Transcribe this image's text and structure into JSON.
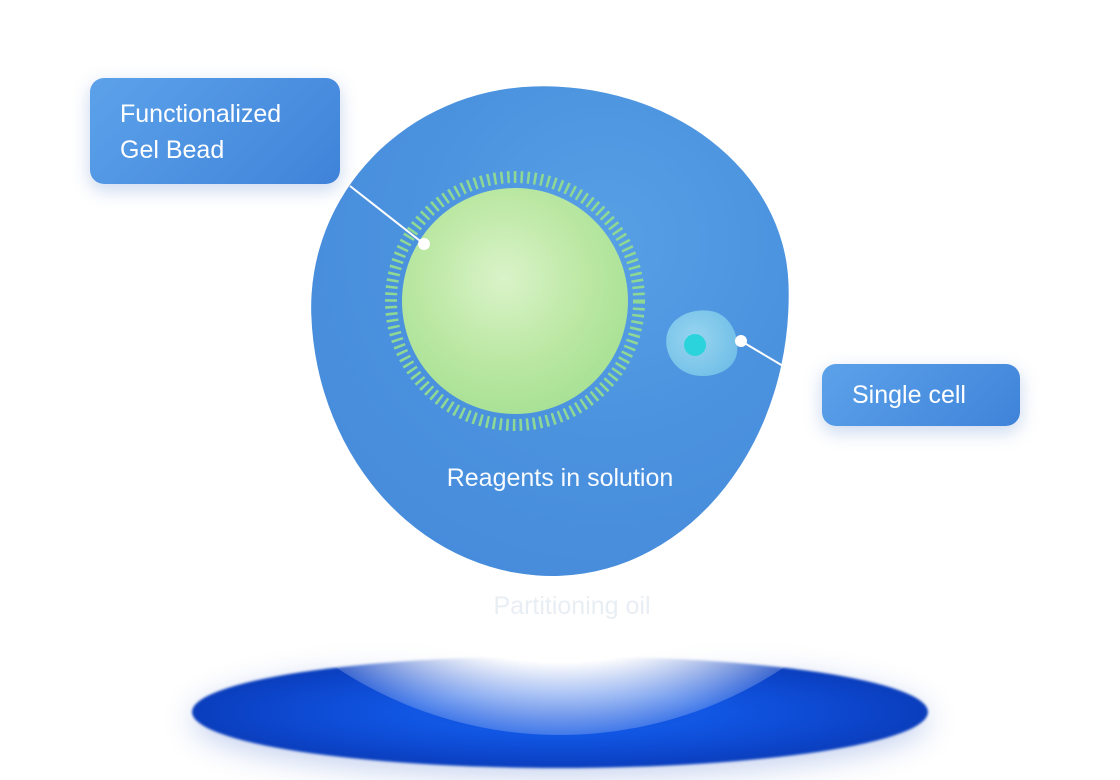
{
  "diagram": {
    "callouts": {
      "gel_bead": {
        "label": "Functionalized Gel Bead"
      },
      "single_cell": {
        "label": "Single cell"
      }
    },
    "annotations": {
      "reagents": "Reagents in solution",
      "partitioning_oil": "Partitioning oil"
    },
    "colors": {
      "droplet_blue": "#4a91de",
      "gel_bead_green": "#bce8a4",
      "bead_fringe_green": "#8ed795",
      "cell_body_blue": "#7ecbe9",
      "cell_nucleus_teal": "#2bd4dc",
      "callout_gradient_start": "#5ca2ea",
      "callout_gradient_end": "#3f83d9",
      "oil_disc_blue": "#0d47ce",
      "connector_white": "#ffffff"
    }
  }
}
